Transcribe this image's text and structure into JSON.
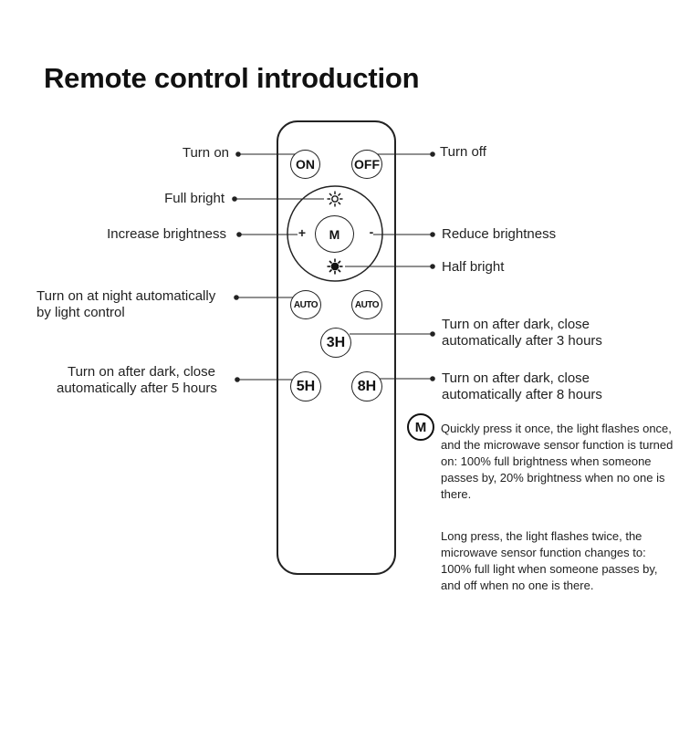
{
  "title": "Remote control introduction",
  "labels": {
    "turn_on": "Turn on",
    "turn_off": "Turn off",
    "full_bright": "Full bright",
    "increase_brightness": "Increase brightness",
    "reduce_brightness": "Reduce brightness",
    "half_bright": "Half bright",
    "auto_line1": "Turn on at night automatically",
    "auto_line2": "by light control",
    "h3_line1": "Turn on after dark, close",
    "h3_line2": "automatically after 3 hours",
    "h5_line1": "Turn on after dark, close",
    "h5_line2": "automatically after 5 hours",
    "h8_line1": "Turn on after dark, close",
    "h8_line2": "automatically after 8 hours"
  },
  "buttons": {
    "on": "ON",
    "off": "OFF",
    "m": "M",
    "plus": "+",
    "minus": "-",
    "auto_left": "AUTO",
    "auto_right": "AUTO",
    "h3": "3H",
    "h5": "5H",
    "h8": "8H"
  },
  "m_note": {
    "icon_label": "M",
    "quick_press": "Quickly press it once, the light flashes once, and the microwave sensor function is turned on: 100% full brightness when someone passes by, 20% brightness when no one is there.",
    "long_press": "Long press, the light flashes twice, the microwave sensor function changes to: 100% full light when someone passes by, and off when no one is there."
  }
}
